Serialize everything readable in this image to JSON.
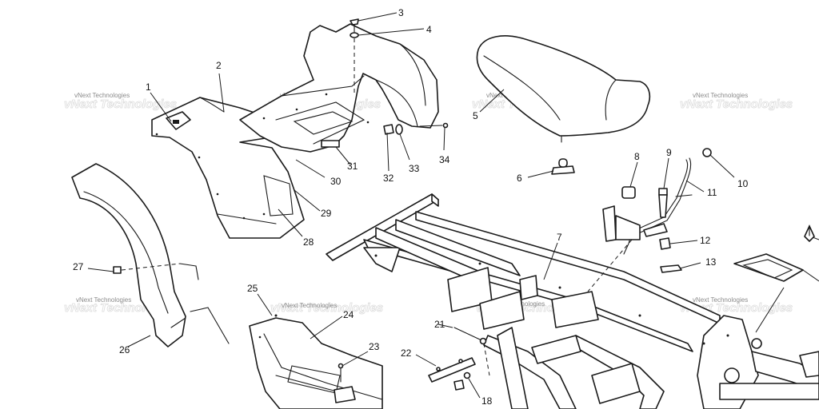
{
  "diagram": {
    "watermark_text": "vNext Technologies",
    "callouts": [
      {
        "id": "1",
        "label": "1"
      },
      {
        "id": "2",
        "label": "2"
      },
      {
        "id": "3",
        "label": "3"
      },
      {
        "id": "4",
        "label": "4"
      },
      {
        "id": "5",
        "label": "5"
      },
      {
        "id": "6",
        "label": "6"
      },
      {
        "id": "7",
        "label": "7"
      },
      {
        "id": "8",
        "label": "8"
      },
      {
        "id": "9",
        "label": "9"
      },
      {
        "id": "10",
        "label": "10"
      },
      {
        "id": "11",
        "label": "11"
      },
      {
        "id": "12",
        "label": "12"
      },
      {
        "id": "13",
        "label": "13"
      },
      {
        "id": "18",
        "label": "18"
      },
      {
        "id": "21",
        "label": "21"
      },
      {
        "id": "22",
        "label": "22"
      },
      {
        "id": "23",
        "label": "23"
      },
      {
        "id": "24",
        "label": "24"
      },
      {
        "id": "25",
        "label": "25"
      },
      {
        "id": "26",
        "label": "26"
      },
      {
        "id": "27",
        "label": "27"
      },
      {
        "id": "28",
        "label": "28"
      },
      {
        "id": "29",
        "label": "29"
      },
      {
        "id": "30",
        "label": "30"
      },
      {
        "id": "31",
        "label": "31"
      },
      {
        "id": "32",
        "label": "32"
      },
      {
        "id": "33",
        "label": "33"
      },
      {
        "id": "34",
        "label": "34"
      }
    ]
  }
}
